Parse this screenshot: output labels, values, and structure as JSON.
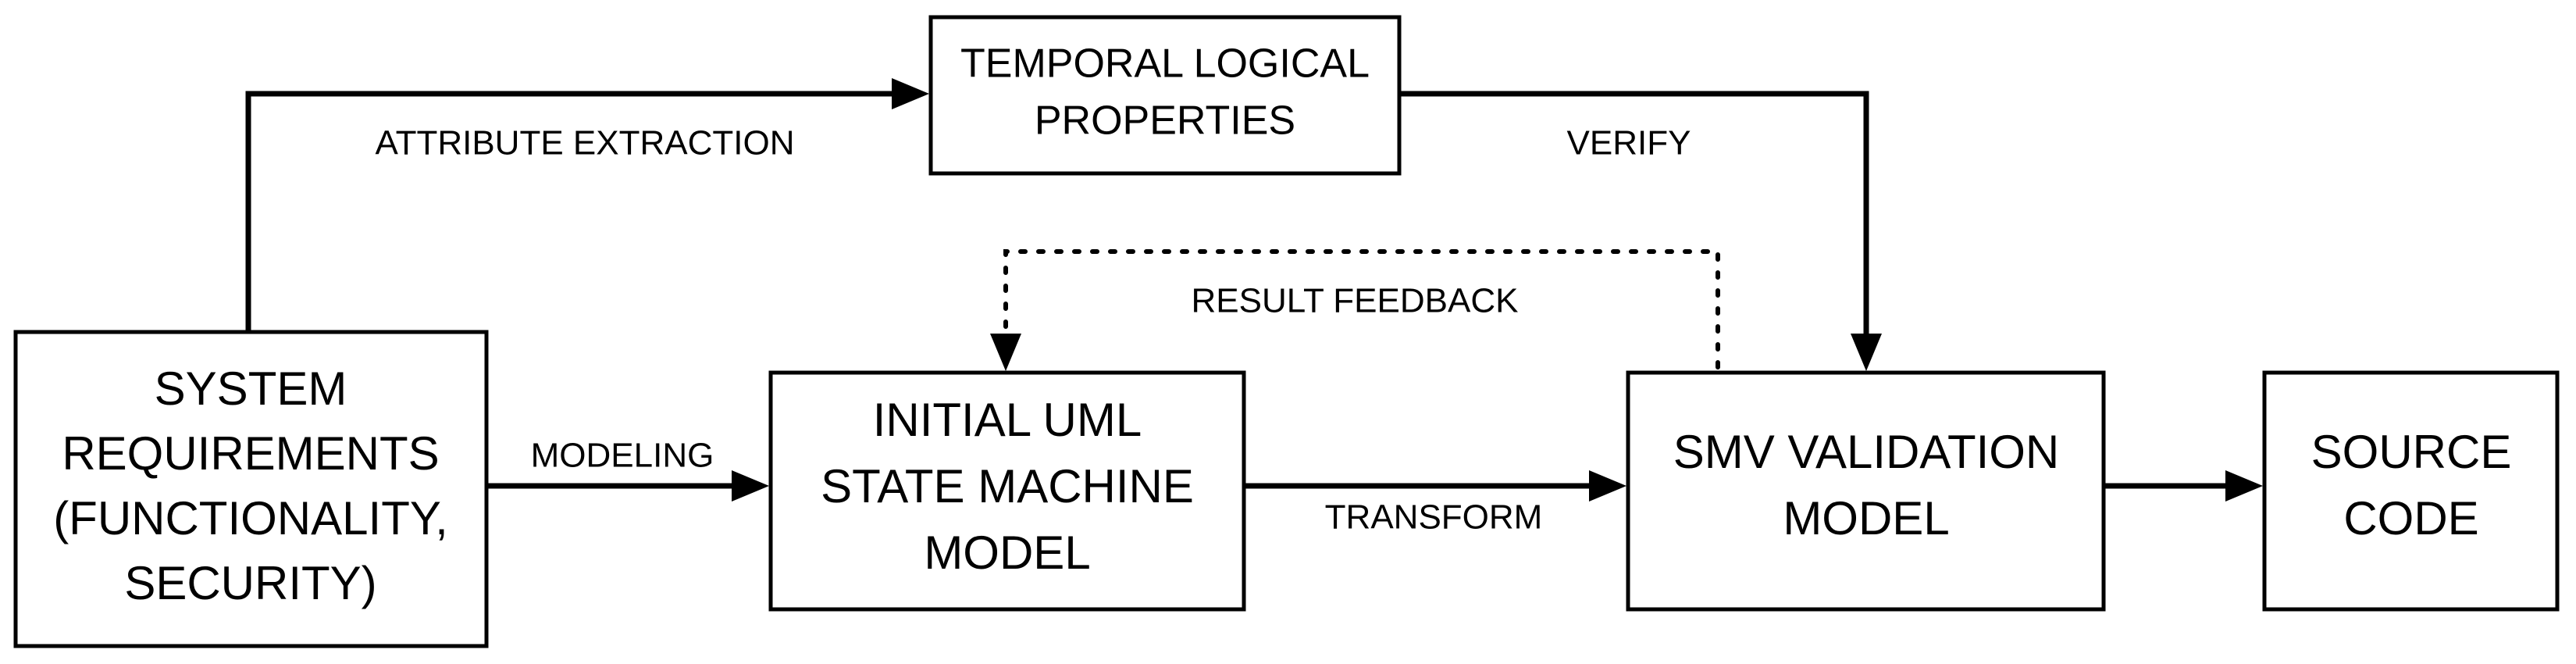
{
  "nodes": {
    "temporal": {
      "lines": [
        "TEMPORAL LOGICAL",
        "PROPERTIES"
      ]
    },
    "system": {
      "lines": [
        "SYSTEM",
        "REQUIREMENTS",
        "(FUNCTIONALITY,",
        "SECURITY)"
      ]
    },
    "uml": {
      "lines": [
        "INITIAL UML",
        "STATE MACHINE",
        "MODEL"
      ]
    },
    "smv": {
      "lines": [
        "SMV VALIDATION",
        "MODEL"
      ]
    },
    "source": {
      "lines": [
        "SOURCE",
        "CODE"
      ]
    }
  },
  "edges": {
    "attribute_extraction": "ATTRIBUTE EXTRACTION",
    "verify": "VERIFY",
    "result_feedback": "RESULT FEEDBACK",
    "modeling": "MODELING",
    "transform": "TRANSFORM"
  }
}
